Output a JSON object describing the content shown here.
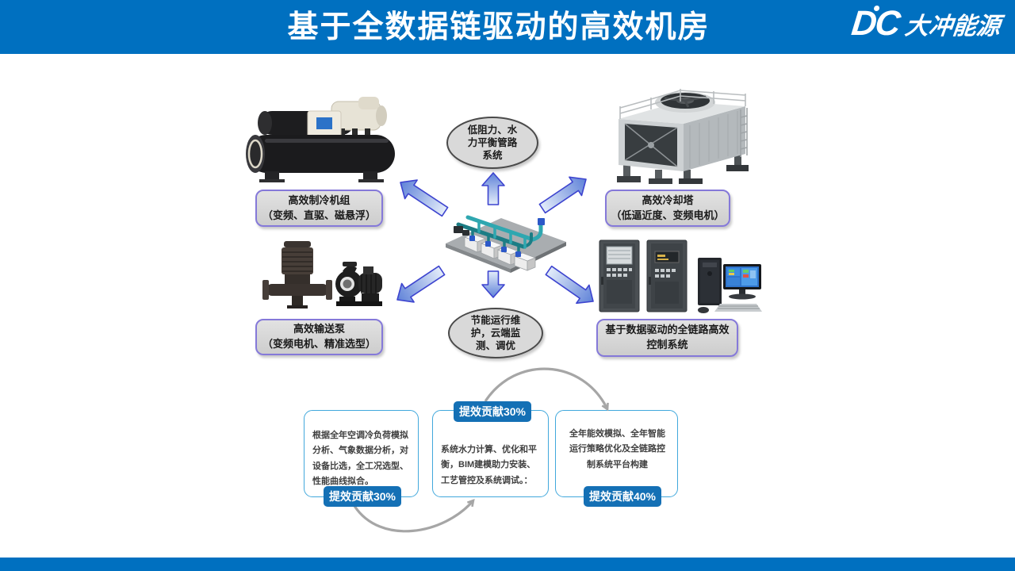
{
  "header": {
    "title": "基于全数据链驱动的高效机房",
    "logo": {
      "abbr": "DC",
      "name": "大冲能源"
    }
  },
  "hub": {
    "top_ellipse": "低阻力、水\n力平衡管路\n系统",
    "bottom_ellipse": "节能运行维\n护，云端监\n测、调优",
    "labels": {
      "chiller": "高效制冷机组\n（变频、直驱、磁悬浮）",
      "cooling_tower": "高效冷却塔\n（低逼近度、变频电机）",
      "pump": "高效输送泵\n（变频电机、精准选型）",
      "control_system": "基于数据驱动的全链路高效\n控制系统"
    },
    "images": {
      "chiller": "centrifugal-chiller-photo",
      "cooling_tower": "cooling-tower-photo",
      "pumps": "water-pumps-photo",
      "control": "control-cabinets-and-pc-photo",
      "center": "plant-room-3d-piping-model"
    }
  },
  "process": {
    "steps": [
      {
        "text": "根据全年空调冷负荷模拟\n分析、气象数据分析，对\n设备比选，全工况选型、\n性能曲线拟合。",
        "badge": "提效贡献30%"
      },
      {
        "text": "系统水力计算、优化和平\n衡，BIM建模助力安装、\n工艺管控及系统调试。：",
        "badge": "提效贡献30%"
      },
      {
        "text": "全年能效模拟、全年智能\n运行策略优化及全链路控\n制系统平台构建",
        "badge": "提效贡献40%"
      }
    ]
  },
  "colors": {
    "header_blue": "#0070C0",
    "badge_blue": "#1470B5",
    "box_border_blue": "#41A8DC",
    "label_border_purple": "#8579D9",
    "arrow_border": "#3D44CF",
    "arc_gray": "#A6A6A6"
  }
}
